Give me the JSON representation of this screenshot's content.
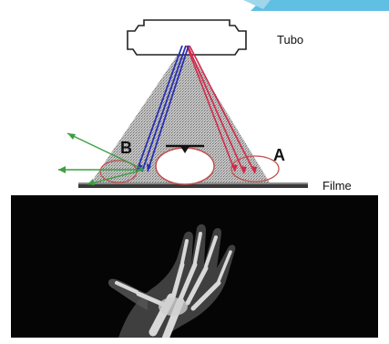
{
  "labels": {
    "tube": "Tubo",
    "film": "Filme",
    "point_a": "A",
    "point_b": "B"
  },
  "colors": {
    "accent": "#4fb8e0",
    "beam_blue": "#2a2fb0",
    "beam_red": "#d4284a",
    "scatter_green": "#3aa040",
    "object_outline": "#c0504d",
    "xray_background": "#050505"
  },
  "icons": {
    "tube": "xray-tube-icon",
    "hand_radiograph": "hand-xray-image"
  }
}
